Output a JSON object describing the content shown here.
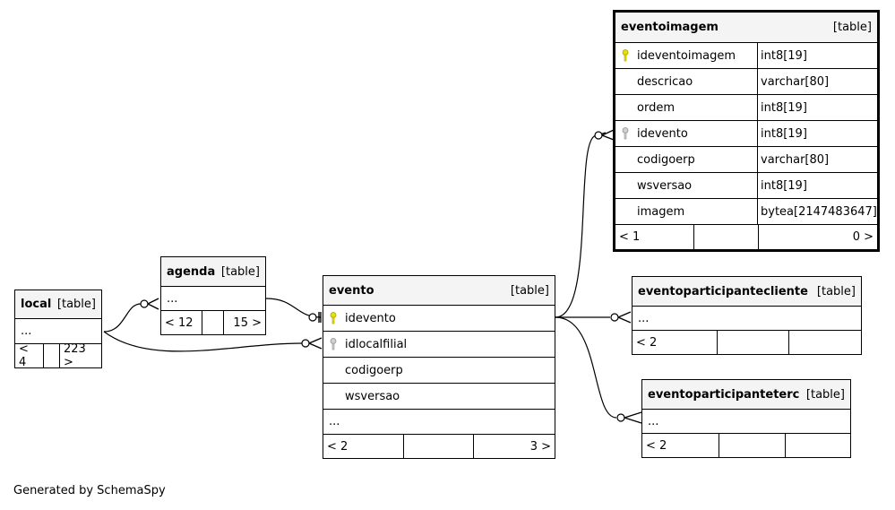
{
  "tables": {
    "eventoimagem": {
      "name": "eventoimagem",
      "type": "[table]",
      "columns": [
        {
          "name": "ideventoimagem",
          "dtype": "int8[19]",
          "key": "primary"
        },
        {
          "name": "descricao",
          "dtype": "varchar[80]",
          "key": "none"
        },
        {
          "name": "ordem",
          "dtype": "int8[19]",
          "key": "none"
        },
        {
          "name": "idevento",
          "dtype": "int8[19]",
          "key": "foreign"
        },
        {
          "name": "codigoerp",
          "dtype": "varchar[80]",
          "key": "none"
        },
        {
          "name": "wsversao",
          "dtype": "int8[19]",
          "key": "none"
        },
        {
          "name": "imagem",
          "dtype": "bytea[2147483647]",
          "key": "none"
        }
      ],
      "footer": {
        "parents": "< 1",
        "rows": "",
        "children": "0 >"
      }
    },
    "evento": {
      "name": "evento",
      "type": "[table]",
      "columns": [
        {
          "name": "idevento",
          "key": "primary"
        },
        {
          "name": "idlocalfilial",
          "key": "foreign"
        },
        {
          "name": "codigoerp",
          "key": "none"
        },
        {
          "name": "wsversao",
          "key": "none"
        }
      ],
      "ellipsis": "...",
      "footer": {
        "parents": "< 2",
        "rows": "",
        "children": "3 >"
      }
    },
    "agenda": {
      "name": "agenda",
      "type": "[table]",
      "ellipsis": "...",
      "footer": {
        "parents": "< 12",
        "rows": "",
        "children": "15 >"
      }
    },
    "local": {
      "name": "local",
      "type": "[table]",
      "ellipsis": "...",
      "footer": {
        "parents": "< 4",
        "rows": "",
        "children": "223 >"
      }
    },
    "eventoparticipantecliente": {
      "name": "eventoparticipantecliente",
      "type": "[table]",
      "ellipsis": "...",
      "footer": {
        "parents": "< 2",
        "rows": "",
        "children": ""
      }
    },
    "eventoparticipanteterc": {
      "name": "eventoparticipanteterc",
      "type": "[table]",
      "ellipsis": "...",
      "footer": {
        "parents": "< 2",
        "rows": "",
        "children": ""
      }
    }
  },
  "colors": {
    "primary_key": "#e8e000",
    "foreign_key": "#b0b0b0",
    "header_bg": "#f4f4f4"
  },
  "footer_note": "Generated by SchemaSpy"
}
